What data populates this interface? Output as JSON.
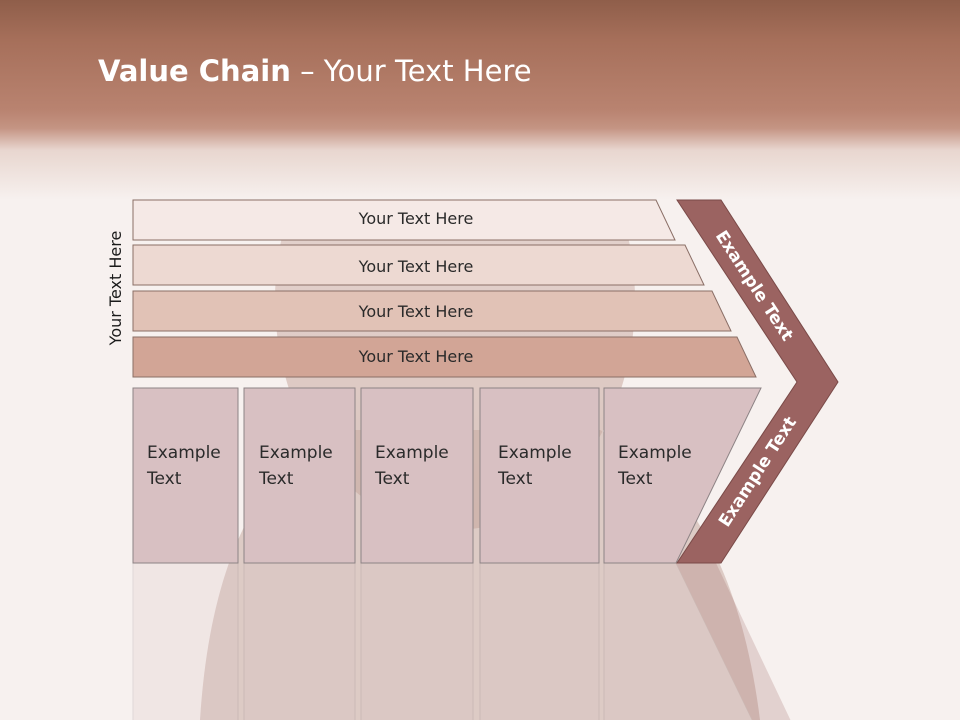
{
  "title": {
    "bold": "Value Chain",
    "rest": " – Your Text Here"
  },
  "side_label": "Your Text Here",
  "rows": [
    {
      "label": "Your Text Here",
      "fill": "#f5e9e6"
    },
    {
      "label": "Your Text Here",
      "fill": "#edd9d2"
    },
    {
      "label": "Your Text Here",
      "fill": "#e1c2b6"
    },
    {
      "label": "Your Text Here",
      "fill": "#d2a596"
    }
  ],
  "boxes": [
    {
      "line1": "Example",
      "line2": "Text"
    },
    {
      "line1": "Example",
      "line2": "Text"
    },
    {
      "line1": "Example",
      "line2": "Text"
    },
    {
      "line1": "Example",
      "line2": "Text"
    },
    {
      "line1": "Example",
      "line2": "Text"
    }
  ],
  "chevron": {
    "top_label": "Example Text",
    "bottom_label": "Example Text",
    "fill": "#9b6361"
  },
  "colors": {
    "box_fill": "#d8c0c2",
    "box_stroke": "#8d8385",
    "row_stroke": "#8a6e66"
  }
}
